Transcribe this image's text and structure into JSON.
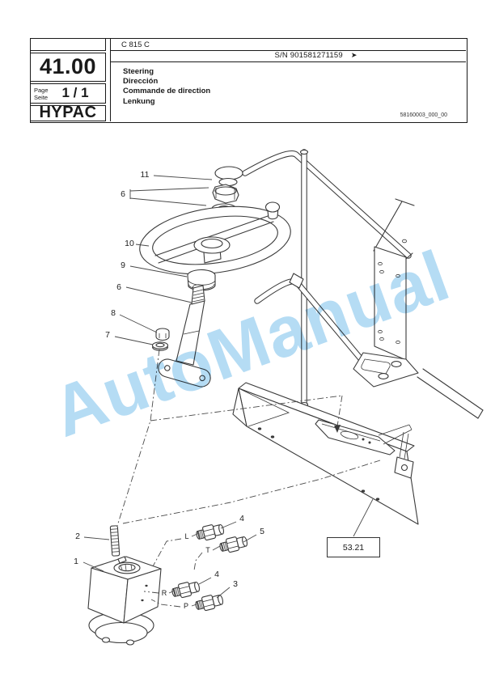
{
  "header": {
    "model": "C 815 C",
    "serial_prefix": "S/N 901581271159",
    "serial_arrow": "➤",
    "section_number": "41.00",
    "page_word": "Page",
    "seite_word": "Seite",
    "page_value": "1 / 1",
    "brand": "HYPAC",
    "title_en": "Steering",
    "title_es": "Dirección",
    "title_fr": "Commande de direction",
    "title_de": "Lenkung",
    "doc_number": "58160003_000_00"
  },
  "diagram": {
    "callouts": {
      "cap": "11",
      "nut_washer_upper": "6",
      "steering_wheel": "10",
      "boot": "9",
      "column": "6",
      "nut_lower": "8",
      "washer_lower": "7",
      "stud": "2",
      "valve": "1",
      "fitting_l": "4",
      "fitting_t": "5",
      "fitting_r": "4",
      "fitting_p": "3"
    },
    "ports": {
      "l": "L",
      "t": "T",
      "r": "R",
      "p": "P"
    },
    "reference_box": "53.21"
  },
  "watermark": {
    "text": "AutoManual",
    "color": "#b5dcf4"
  },
  "colors": {
    "line": "#3a3a3a",
    "text": "#1a1a1a"
  }
}
